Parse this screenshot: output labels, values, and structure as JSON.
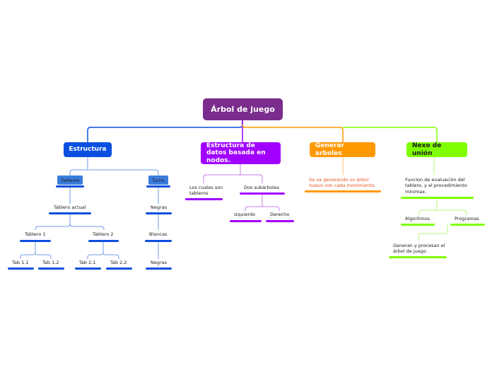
{
  "colors": {
    "root": "#7b2d8e",
    "estructura": "#0a4fe0",
    "estructura_light": "#3b7ddd",
    "estructura_line": "#6f9de8",
    "nodos": "#a100ff",
    "nodos_line": "#c77cf0",
    "generar": "#ff9900",
    "generar_line": "#ffc266",
    "nexo": "#7fff00",
    "nexo_line": "#b7f57a",
    "generar_text": "#e8501a"
  },
  "root": {
    "label": "Árbol de juego"
  },
  "estructura": {
    "label": "Estructura",
    "tableros": {
      "label": "Tableros"
    },
    "tablero_actual": {
      "label": "Tablero actual"
    },
    "tablero1": {
      "label": "Tablero 1"
    },
    "tablero2": {
      "label": "Tablero 2"
    },
    "tab11": {
      "label": "Tab 1.1"
    },
    "tab12": {
      "label": "Tab 1.2"
    },
    "tab21": {
      "label": "Tab 2.1"
    },
    "tab22": {
      "label": "Tab 2.2"
    },
    "turno": {
      "label": "Turno"
    },
    "negras1": {
      "label": "Negras"
    },
    "blancas": {
      "label": "Blancas"
    },
    "negras2": {
      "label": "Negras"
    }
  },
  "nodos": {
    "label": "Estructura de datos basada en nodos.",
    "cuales": {
      "label": "Los cuales son tableros"
    },
    "dos_subarboles": {
      "label": "Dos subárboles"
    },
    "izquierdo": {
      "label": "Izquierdo"
    },
    "derecho": {
      "label": "Derecho"
    }
  },
  "generar": {
    "label": "Generar arboles",
    "descripcion": {
      "label": "Se va generando un árbol nuevo con cada movimiento."
    }
  },
  "nexo": {
    "label": "Nexo de unión",
    "funcion": {
      "label": "Funcion de evaluación del tablero, y el procedimiento minimax."
    },
    "algoritmos": {
      "label": "Algoritmos"
    },
    "programas": {
      "label": "Programas"
    },
    "generan": {
      "label": "Generan y procesan el árbol de juego"
    }
  }
}
